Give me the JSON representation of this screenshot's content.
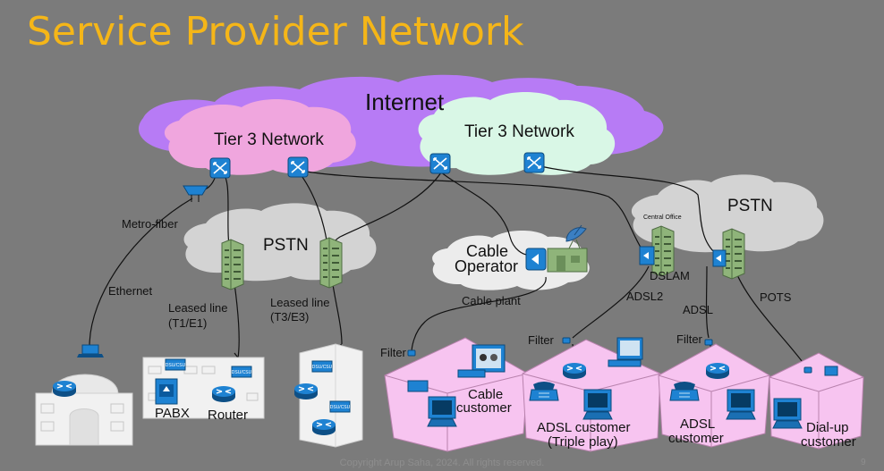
{
  "slide": {
    "title": "Service Provider Network",
    "footer": "Copyright Arup Saha, 2024. All rights reserved.",
    "page_number": "9"
  },
  "clouds": {
    "internet": "Internet",
    "tier3_left": "Tier 3 Network",
    "tier3_right": "Tier 3 Network",
    "pstn_left": "PSTN",
    "pstn_right": "PSTN",
    "cable_operator_line1": "Cable",
    "cable_operator_line2": "Operator"
  },
  "links": {
    "metro_fiber": "Metro-fiber",
    "ethernet": "Ethernet",
    "leased_t1_line1": "Leased line",
    "leased_t1_line2": "(T1/E1)",
    "leased_t3_line1": "Leased line",
    "leased_t3_line2": "(T3/E3)",
    "cable_plant": "Cable plant",
    "adsl2": "ADSL2",
    "adsl": "ADSL",
    "pots": "POTS",
    "central_office": "Central Office",
    "dslam": "DSLAM",
    "filter_cable": "Filter",
    "filter_triple": "Filter",
    "filter_adsl": "Filter"
  },
  "devices": {
    "pabx": "PABX",
    "router": "Router",
    "dsu_csu": "DSU/CSU"
  },
  "customers": {
    "cable_line1": "Cable",
    "cable_line2": "customer",
    "triple_line1": "ADSL customer",
    "triple_line2": "(Triple play)",
    "adsl_line1": "ADSL",
    "adsl_line2": "customer",
    "dialup_line1": "Dial-up",
    "dialup_line2": "customer"
  },
  "colors": {
    "background": "#7b7b7b",
    "title": "#f5b618",
    "internet_cloud": "#b77bf5",
    "tier3_left_cloud": "#f0a6de",
    "tier3_right_cloud": "#d9f7e6",
    "pstn_cloud": "#d3d3d3",
    "router_blue": "#1e82d2",
    "house_pink": "#f7c4f0"
  },
  "icons": [
    "router-icon",
    "switch-icon",
    "central-office-building-icon",
    "dsu-csu-icon",
    "pabx-icon",
    "satellite-dish-icon",
    "house-icon",
    "computer-icon",
    "telephone-icon",
    "television-icon",
    "filter-icon"
  ]
}
